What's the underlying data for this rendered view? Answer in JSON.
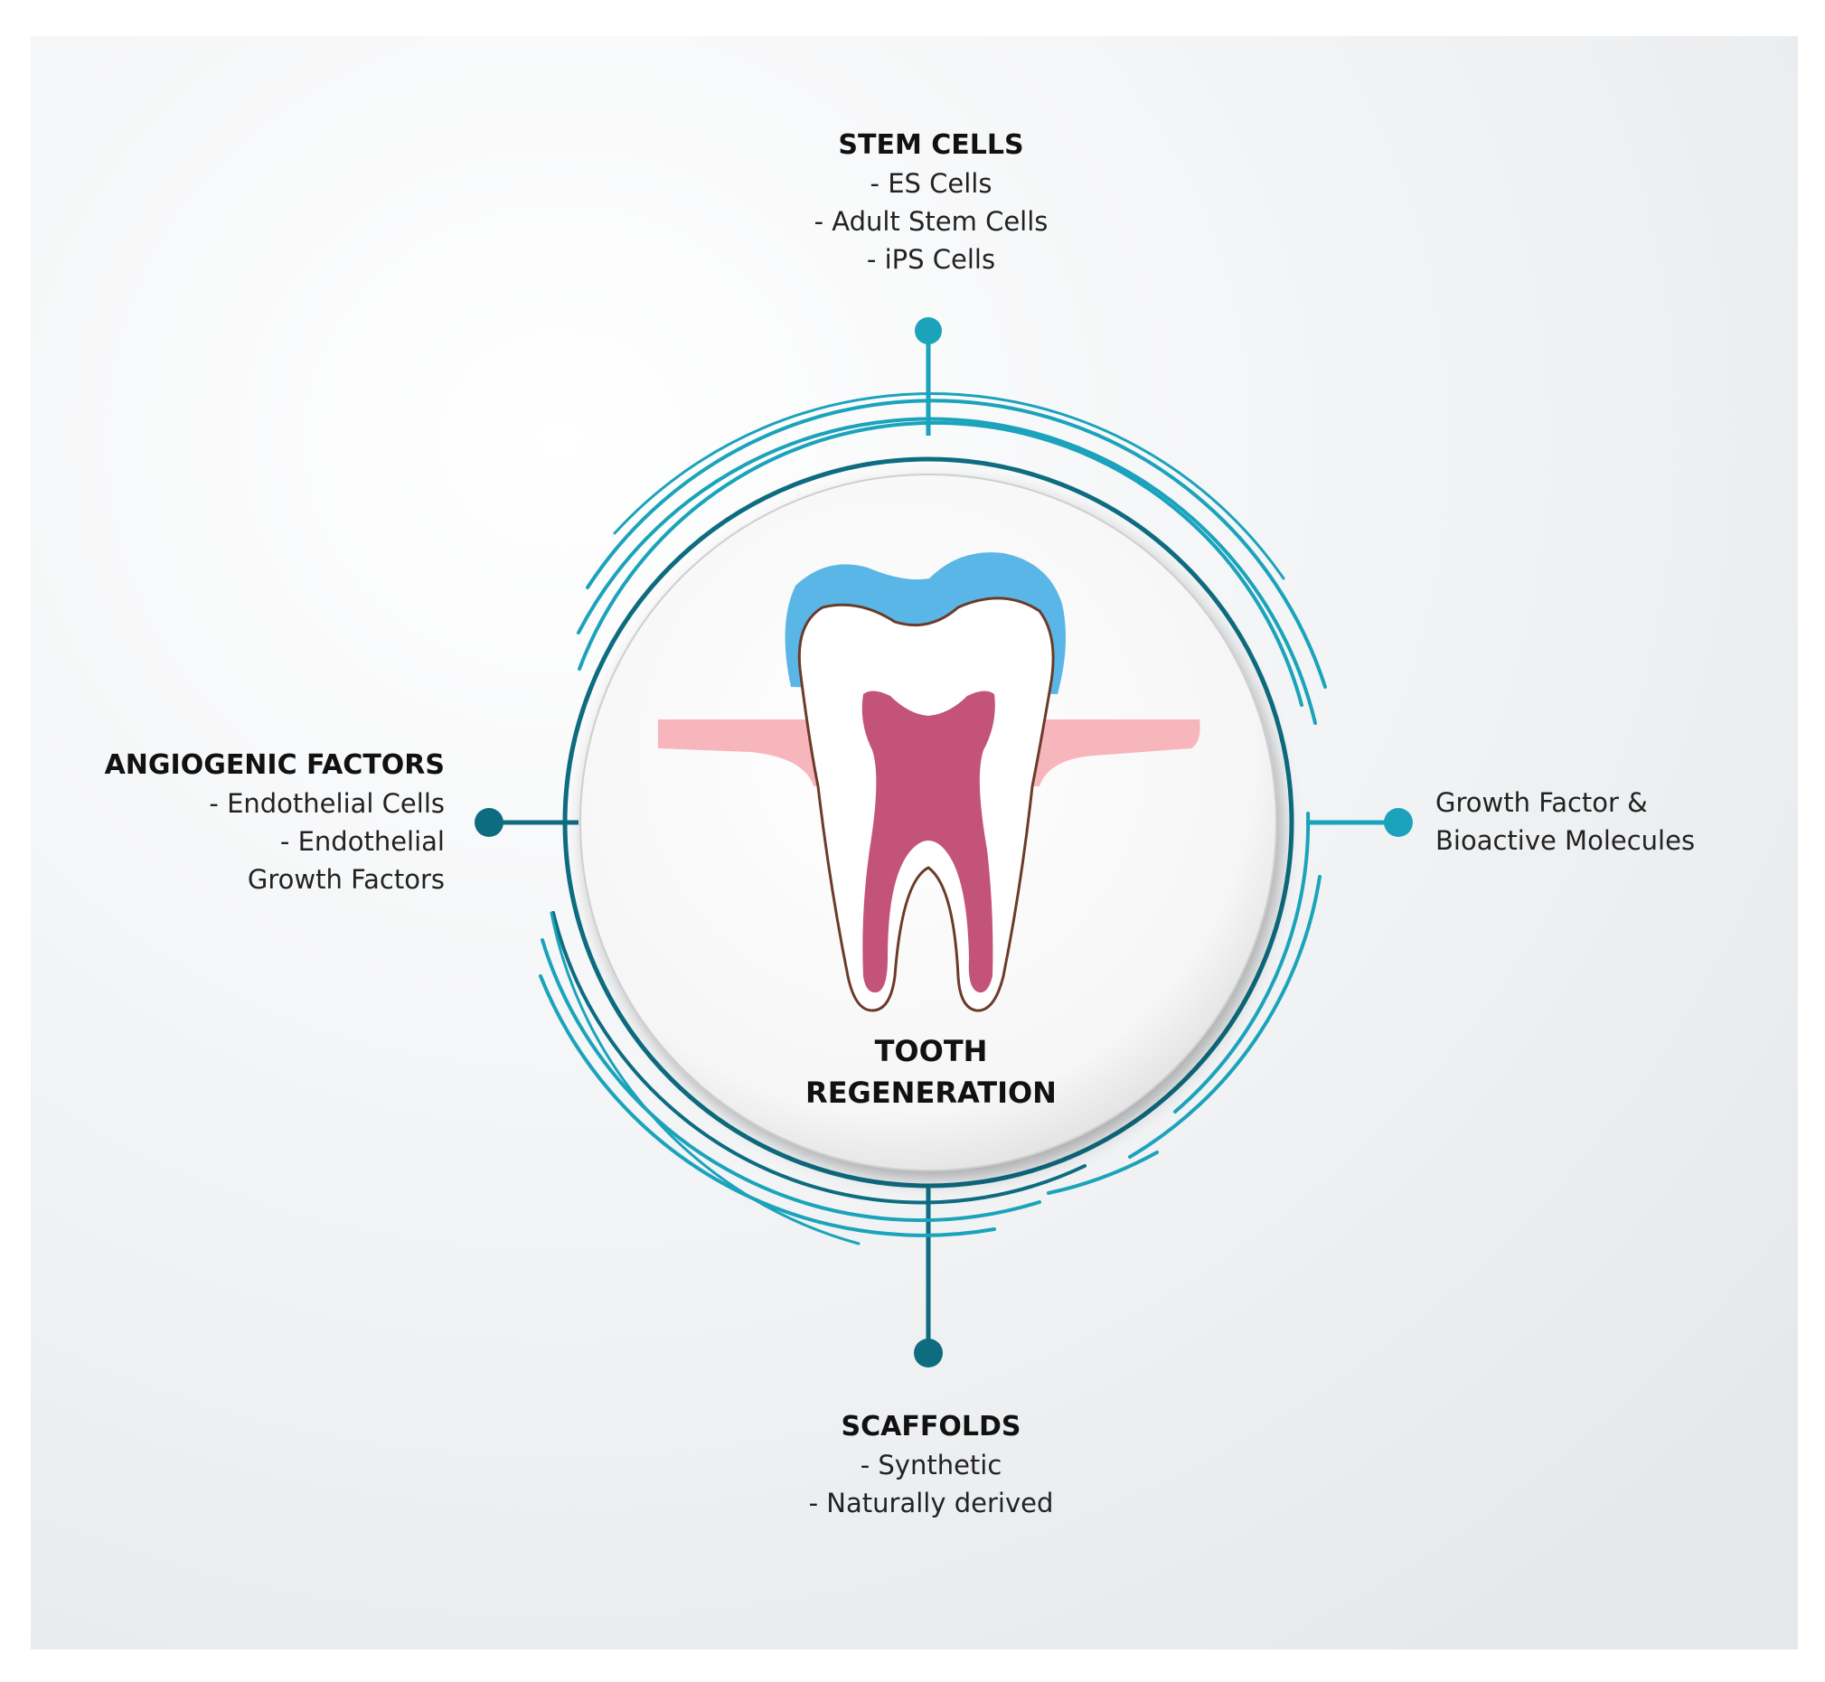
{
  "center": {
    "title_line1": "TOOTH",
    "title_line2": "REGENERATION"
  },
  "stem_cells": {
    "heading": "STEM CELLS",
    "items": [
      "- ES Cells",
      "- Adult Stem Cells",
      "- iPS Cells"
    ]
  },
  "angiogenic": {
    "heading": "ANGIOGENIC FACTORS",
    "items": [
      "- Endothelial Cells",
      "- Endothelial",
      "Growth Factors"
    ]
  },
  "growth": {
    "items": [
      "Growth Factor &",
      "Bioactive Molecules"
    ]
  },
  "scaffolds": {
    "heading": "SCAFFOLDS",
    "items": [
      "- Synthetic",
      "- Naturally derived"
    ]
  },
  "colors": {
    "ring_teal": "#1aa3bb",
    "ring_dark": "#0d6c80",
    "enamel": "#5ab6e6",
    "pulp": "#c4537a",
    "gum": "#f7b6bb",
    "background": "#eef0f2"
  }
}
